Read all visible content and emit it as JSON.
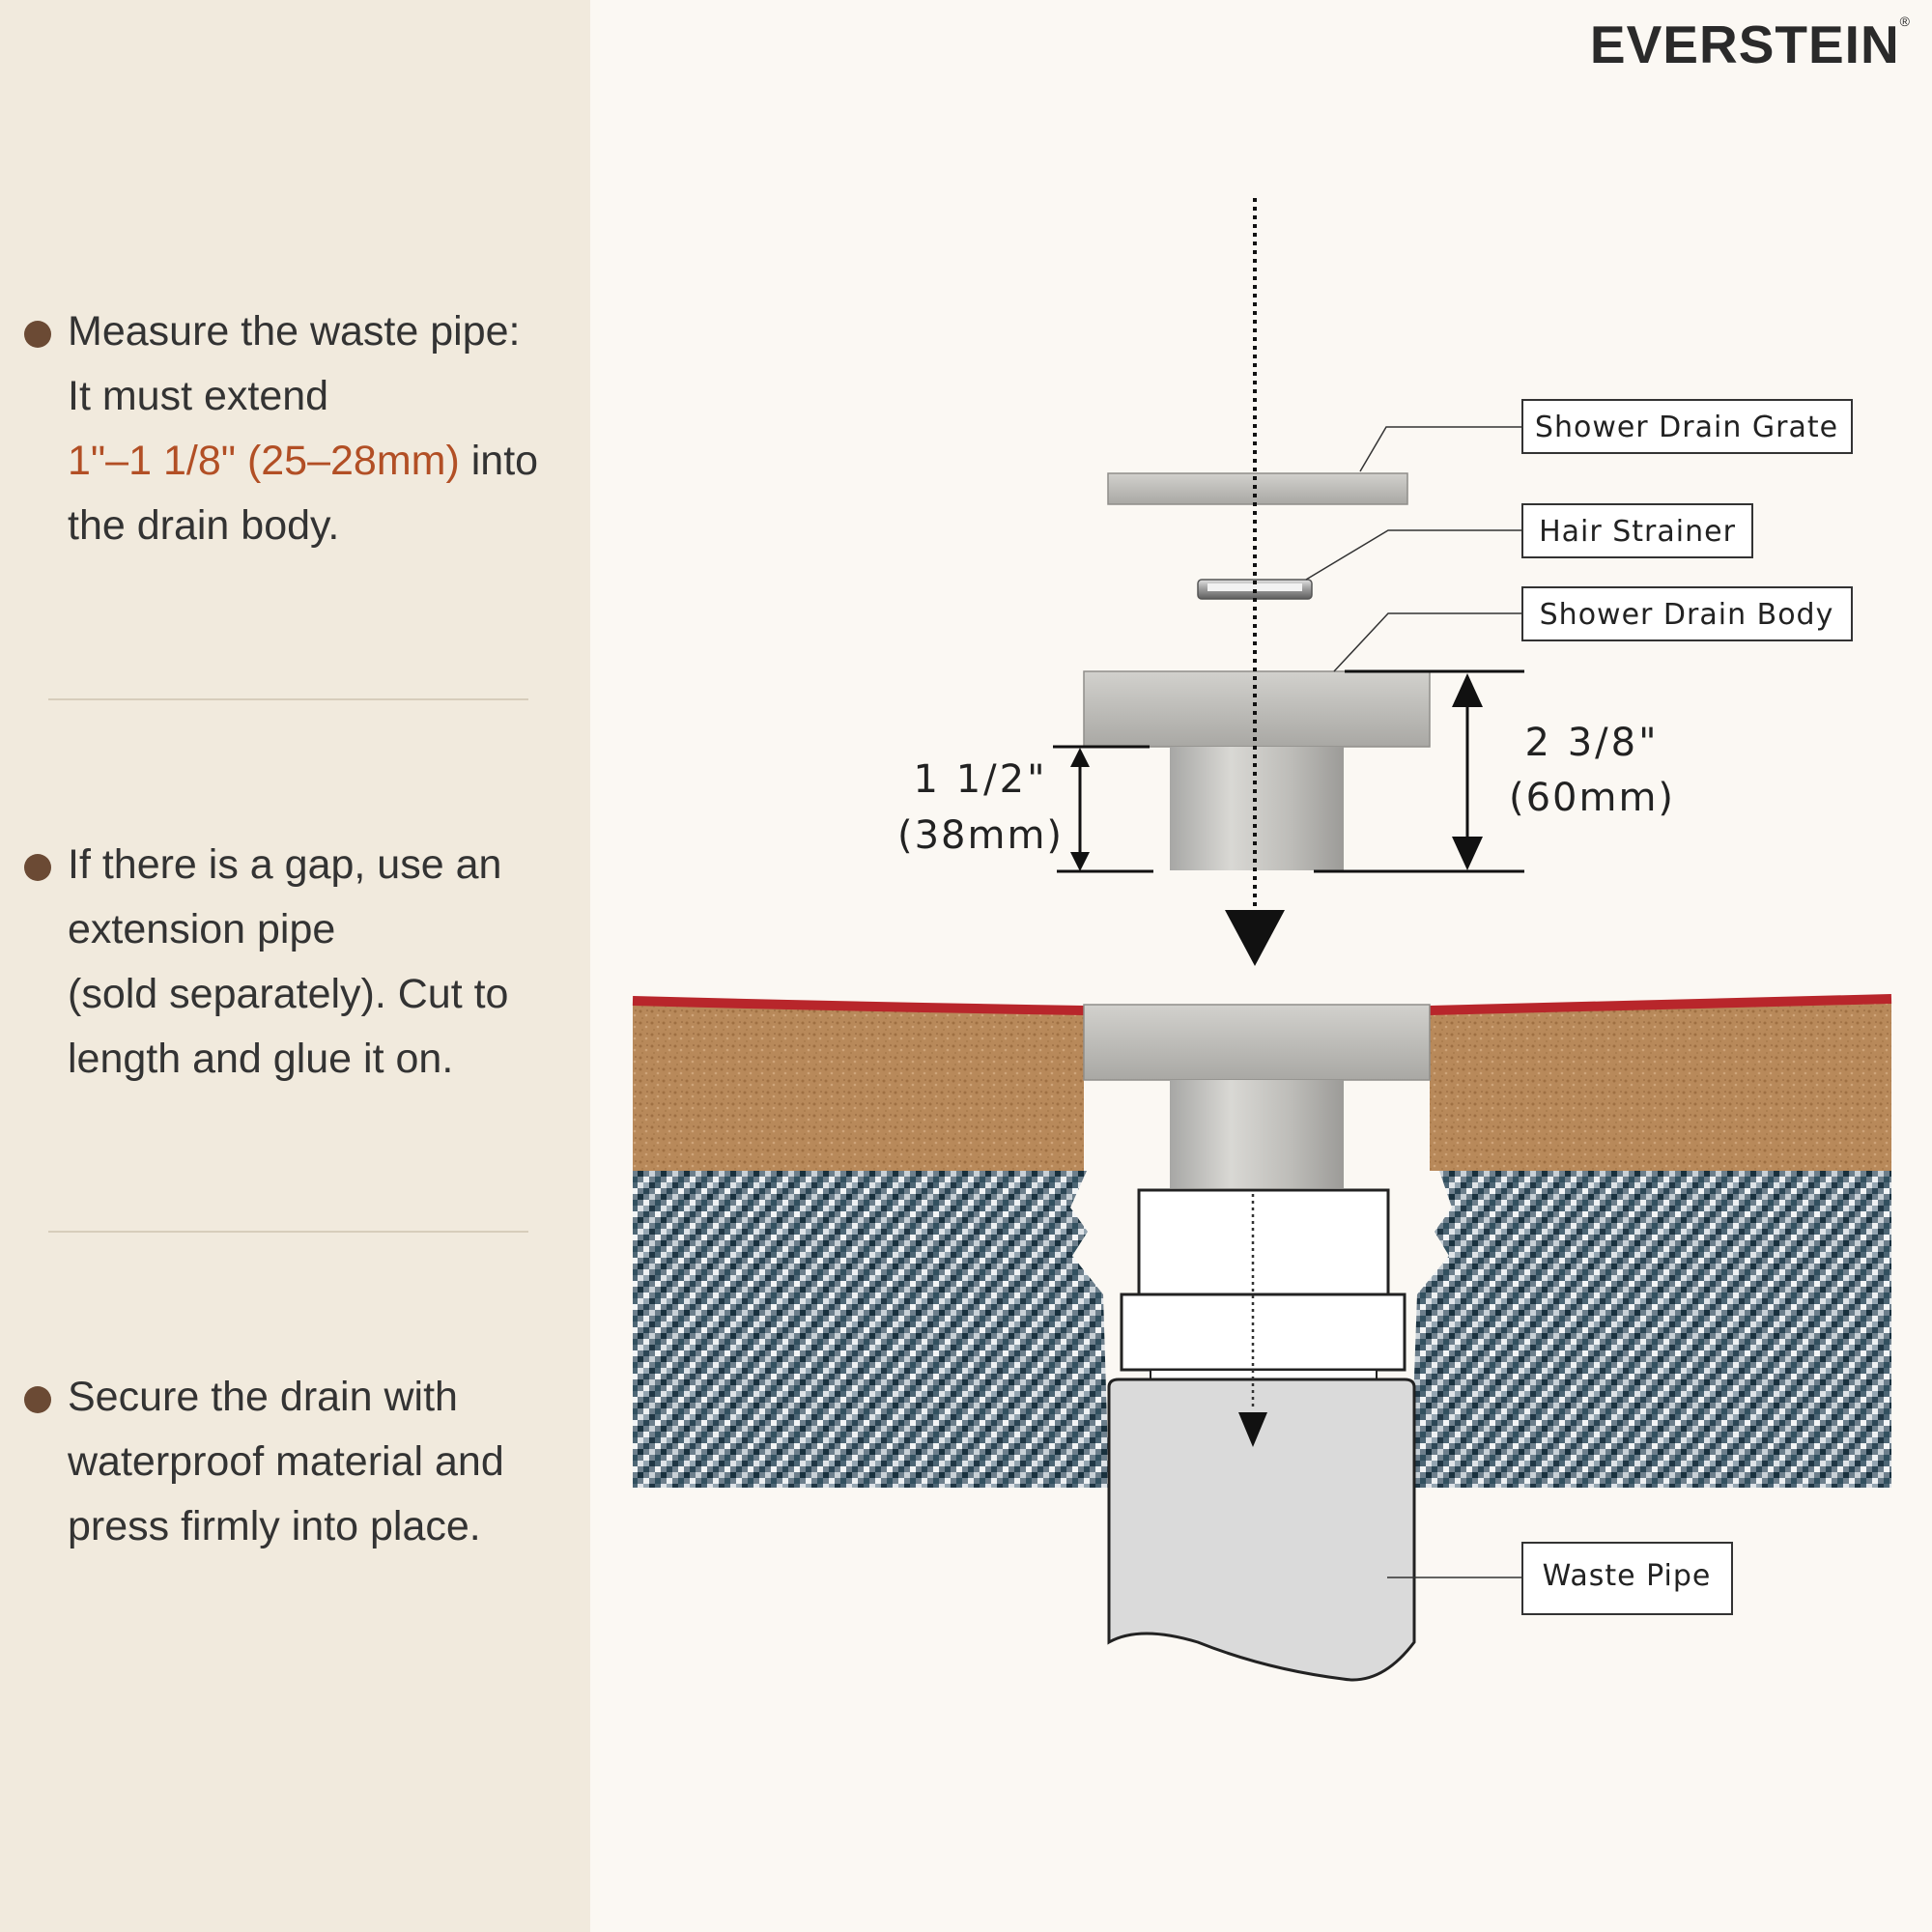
{
  "brand": {
    "name": "EVERSTEIN",
    "mark": "®"
  },
  "steps": [
    {
      "line1": "Measure the waste pipe:",
      "line2": "It must extend",
      "highlight": "1\"–1 1/8\" (25–28mm)",
      "after_highlight": " into",
      "line4": "the drain body."
    },
    {
      "lines": [
        "If there is a gap, use an",
        "extension pipe",
        "(sold separately). Cut to",
        "length and glue it on."
      ]
    },
    {
      "lines": [
        "Secure the drain with",
        "waterproof material and",
        "press firmly into place."
      ]
    }
  ],
  "diagram": {
    "labels": {
      "grate": "Shower Drain Grate",
      "strainer": "Hair Strainer",
      "body": "Shower Drain Body",
      "waste_pipe": "Waste Pipe"
    },
    "dim_small": {
      "line1": "1 1/2\"",
      "line2": "(38mm)"
    },
    "dim_large": {
      "line1": "2 3/8\"",
      "line2": "(60mm)"
    }
  },
  "colors": {
    "sidebar_bg": "#f1eadd",
    "page_bg": "#fbf8f3",
    "bullet": "#6b4a34",
    "highlight": "#b24f25",
    "membrane": "#b8262b",
    "mortar": "#b8895a"
  }
}
